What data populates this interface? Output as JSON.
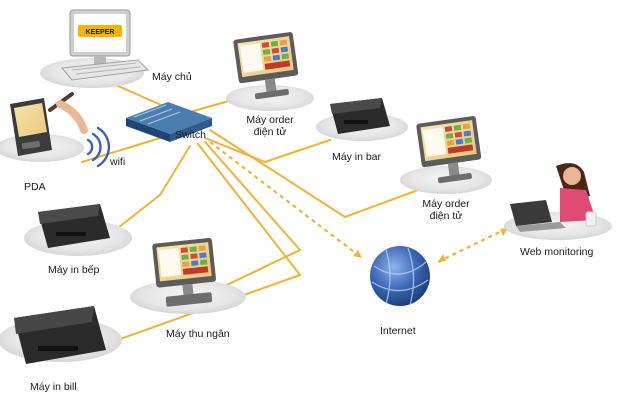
{
  "nodes": {
    "may_chu": "Máy chủ",
    "switch": "Switch",
    "may_order_1": "Máy order\nđiện tử",
    "may_in_bar": "Máy in bar",
    "may_order_2": "Máy order\nđiện tử",
    "pda": "PDA",
    "wifi": "wifi",
    "may_in_bep": "Máy in bếp",
    "may_thu_ngan": "Máy thu ngân",
    "internet": "Internet",
    "web_monitoring": "Web monitoring",
    "may_in_bill": "Máy in bill"
  },
  "monitor_brand": "KEEPER",
  "colors": {
    "wire": "#f2b233",
    "wire_dashed": "#f2b233",
    "platform": "#eeeeee",
    "globe": "#3a66b3",
    "switch": "#2d5a8a"
  },
  "icons": [
    "server-monitor-icon",
    "keyboard-icon",
    "network-switch-icon",
    "pos-terminal-icon",
    "receipt-printer-icon",
    "pda-icon",
    "wifi-icon",
    "globe-icon",
    "person-laptop-icon"
  ]
}
